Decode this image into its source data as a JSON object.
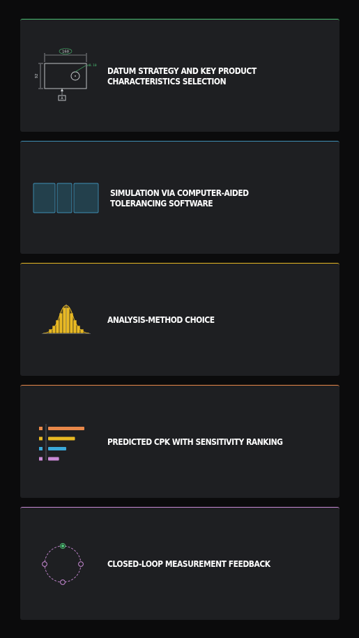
{
  "colors": {
    "page_bg": "#0b0b0c",
    "card_bg": "#1e1f22",
    "accent_green": "#4bbf73",
    "accent_blue": "#3f8fb5",
    "accent_yellow": "#e8b923",
    "accent_orange": "#e8884a",
    "accent_purple": "#c98ad6"
  },
  "steps": [
    {
      "label": "DATUM STRATEGY AND KEY PRODUCT CHARACTERISTICS SELECTION",
      "icon": "datum-drawing-icon",
      "accent": "#4bbf73",
      "drawing": {
        "width_dim": "160",
        "height_dim": "92",
        "tolerance": "⌀0.10",
        "datum": "A"
      }
    },
    {
      "label": "SIMULATION VIA COMPUTER-AIDED TOLERANCING SOFTWARE",
      "icon": "stacked-parts-icon",
      "accent": "#3f8fb5"
    },
    {
      "label": "ANALYSIS-METHOD CHOICE",
      "icon": "bell-curve-histogram-icon",
      "accent": "#e8b923"
    },
    {
      "label": "PREDICTED CPK WITH SENSITIVITY RANKING",
      "icon": "sensitivity-bars-icon",
      "accent": "#e8884a",
      "bars": [
        {
          "value": 1.0,
          "color": "#e8884a"
        },
        {
          "value": 0.74,
          "color": "#e8b923"
        },
        {
          "value": 0.5,
          "color": "#3aa8d8"
        },
        {
          "value": 0.3,
          "color": "#c98ad6"
        }
      ]
    },
    {
      "label": "CLOSED-LOOP MEASUREMENT FEEDBACK",
      "icon": "feedback-loop-icon",
      "accent": "#c98ad6"
    }
  ]
}
